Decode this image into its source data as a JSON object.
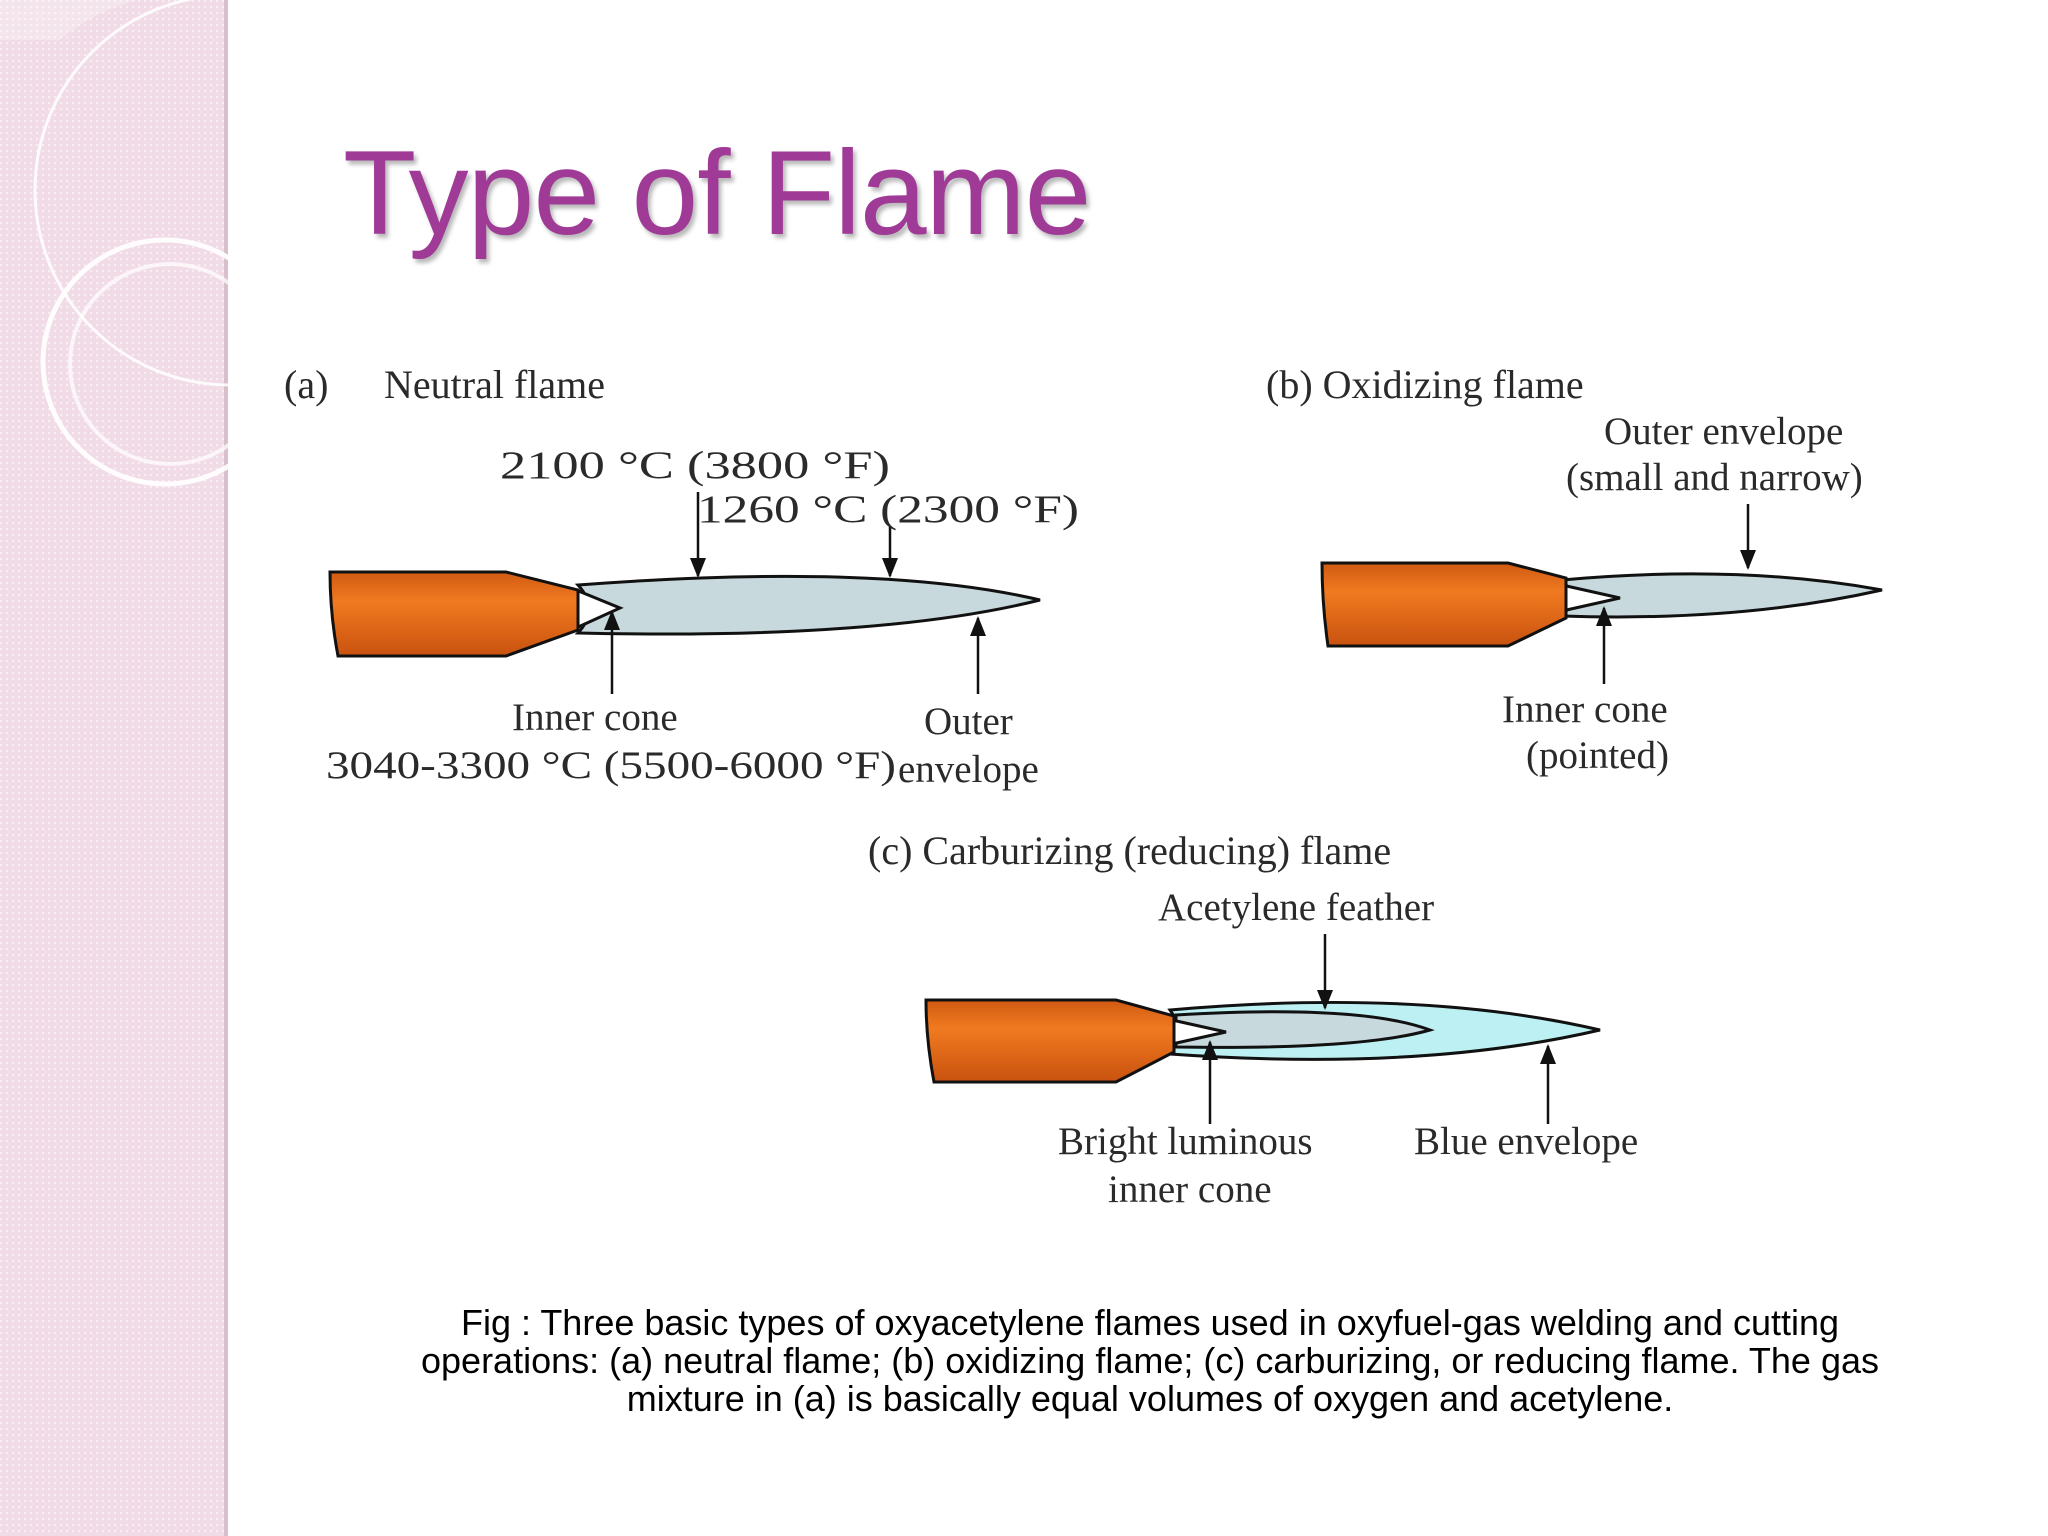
{
  "slide": {
    "title": "Type of Flame",
    "caption_lines": [
      "Fig : Three basic types of oxyacetylene flames used in oxyfuel-gas welding and cutting",
      "operations: (a) neutral flame; (b) oxidizing flame; (c) carburizing, or reducing flame. The gas",
      "mixture in (a) is basically equal volumes of oxygen and acetylene."
    ]
  },
  "colors": {
    "title": "#a03a97",
    "sidebar": "#f1dbe6",
    "torch_tip": "#e8711c",
    "neutral_flame": "#c7d9dd",
    "blue_envelope": "#bdf0f2"
  },
  "panels": {
    "a": {
      "tag": "(a)",
      "title": "Neutral flame",
      "temp_top_1": "2100 °C (3800 °F)",
      "temp_top_2": "1260 °C (2300 °F)",
      "inner_cone": "Inner cone",
      "inner_temp": "3040-3300 °C (5500-6000 °F)",
      "outer_1": "Outer",
      "outer_2": "envelope"
    },
    "b": {
      "title": "(b) Oxidizing flame",
      "outer_1": "Outer envelope",
      "outer_2": "(small and narrow)",
      "inner_1": "Inner cone",
      "inner_2": "(pointed)"
    },
    "c": {
      "title": "(c) Carburizing (reducing) flame",
      "feather": "Acetylene feather",
      "bright_1": "Bright luminous",
      "bright_2": "inner cone",
      "blue": "Blue envelope"
    }
  }
}
